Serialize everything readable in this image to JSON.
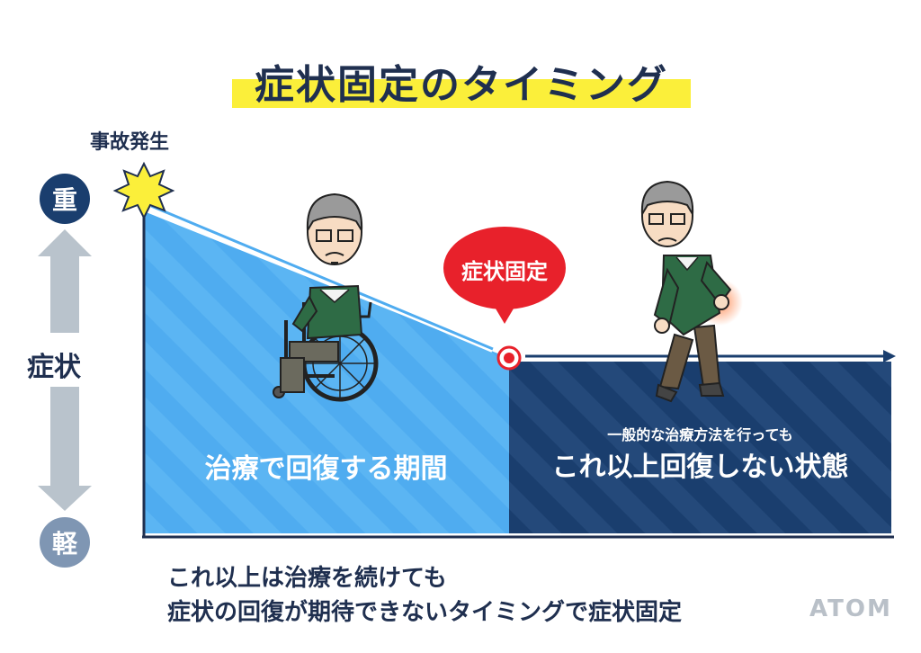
{
  "title": "症状固定のタイミング",
  "accident_label": "事故発生",
  "axis": {
    "severe": "重",
    "mild": "軽",
    "label": "症状"
  },
  "phases": {
    "treatment": "治療で回復する期間",
    "fixed_sub": "一般的な治療方法を行っても",
    "fixed_main": "これ以上回復しない状態"
  },
  "fixed_marker_label": "症状固定",
  "caption": {
    "line1": "これ以上は治療を続けても",
    "line2": "症状の回復が期待できないタイミングで症状固定"
  },
  "logo": "ATOM",
  "colors": {
    "navy": "#1a3e6e",
    "light_blue": "#4facf0",
    "red": "#e8212b",
    "yellow": "#fbef3a"
  }
}
